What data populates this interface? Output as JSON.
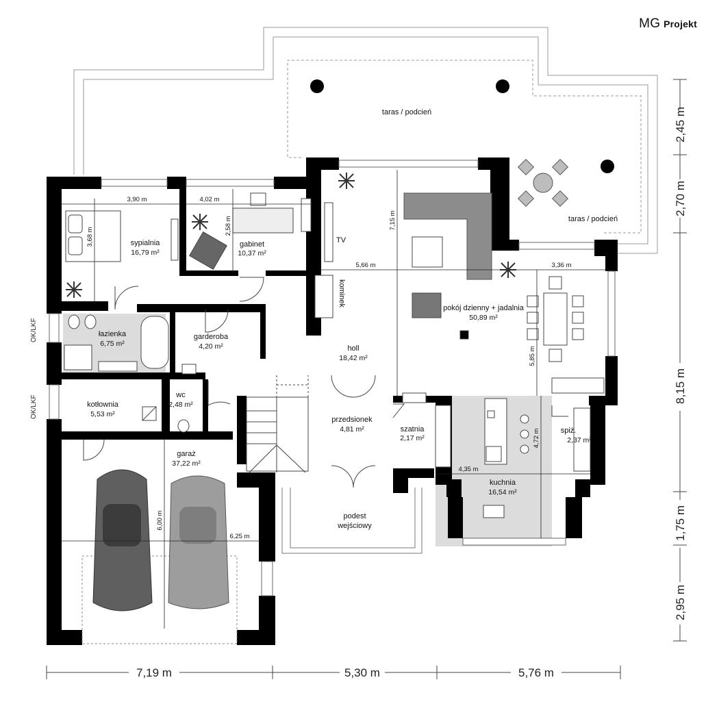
{
  "brand": {
    "mark": "MG",
    "name": "Projekt"
  },
  "rooms": {
    "taras_top": {
      "name": "taras / podcień"
    },
    "taras_right": {
      "name": "taras / podcień"
    },
    "sypialnia": {
      "name": "sypialnia",
      "area": "16,79 m²"
    },
    "gabinet": {
      "name": "gabinet",
      "area": "10,37 m²"
    },
    "lazienka": {
      "name": "łazienka",
      "area": "6,75 m²"
    },
    "garderoba": {
      "name": "garderoba",
      "area": "4,20 m²"
    },
    "holl": {
      "name": "holl",
      "area": "18,42 m²"
    },
    "dzienny": {
      "name": "pokój dzienny + jadalnia",
      "area": "50,89 m²"
    },
    "kotlownia": {
      "name": "kotłownia",
      "area": "5,53 m²"
    },
    "wc": {
      "name": "wc",
      "area": "2,48 m²"
    },
    "przedsionek": {
      "name": "przedsionek",
      "area": "4,81 m²"
    },
    "szatnia": {
      "name": "szatnia",
      "area": "2,17 m²"
    },
    "spiz": {
      "name": "spiż.",
      "area": "2,37 m²"
    },
    "kuchnia": {
      "name": "kuchnia",
      "area": "16,54 m²"
    },
    "garaz": {
      "name": "garaż",
      "area": "37,22 m²"
    },
    "podest": {
      "name": "podest",
      "name2": "wejściowy"
    }
  },
  "labels": {
    "tv": "TV",
    "kominek": "kominek",
    "oklkf1": "OK/LKF",
    "oklkf2": "OK/LKF"
  },
  "inner_dims": {
    "d390": "3,90 m",
    "d368": "3,68 m",
    "d402": "4,02 m",
    "d258": "2,58 m",
    "d715": "7,15 m",
    "d566": "5,66 m",
    "d336": "3,36 m",
    "d585": "5,85 m",
    "d472": "4,72 m",
    "d435": "4,35 m",
    "d600": "6,00 m",
    "d625": "6,25 m"
  },
  "outer_dims": {
    "bottom": [
      "7,19 m",
      "5,30 m",
      "5,76 m"
    ],
    "right": [
      "2,45 m",
      "2,70 m",
      "8,15 m",
      "1,75 m",
      "2,95 m"
    ]
  },
  "colors": {
    "wall": "#000000",
    "tile": "#dcdcdc",
    "sofa": "#8c8c8c",
    "car1": "#5f5f5f",
    "car2": "#9d9d9d"
  }
}
